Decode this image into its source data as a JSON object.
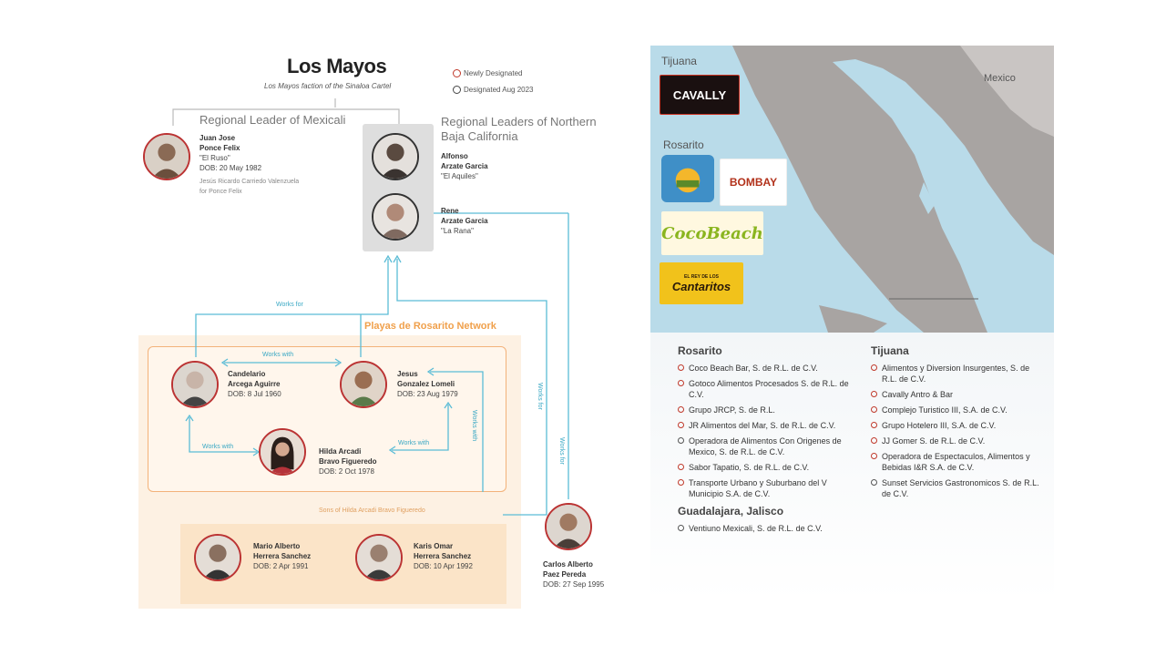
{
  "title": "Los Mayos",
  "subtitle": "Los Mayos faction of the Sinaloa Cartel",
  "legend": {
    "newly": "Newly Designated",
    "aug": "Designated Aug 2023"
  },
  "headings": {
    "mexicali": "Regional Leader of Mexicali",
    "baja_line1": "Regional Leaders of Northern",
    "baja_line2": "Baja California"
  },
  "people": {
    "juan": {
      "first": "Juan Jose",
      "last": "Ponce Felix",
      "alias": "\"El Ruso\"",
      "dob": "DOB: 20 May 1982",
      "note1": "Jesús Ricardo Carriedo Valenzuela",
      "note2": "for Ponce Felix"
    },
    "alfonso": {
      "first": "Alfonso",
      "last": "Arzate Garcia",
      "alias": "\"El Aquiles\""
    },
    "rene": {
      "first": "Rene",
      "last": "Arzate Garcia",
      "alias": "\"La Rana\""
    },
    "candelario": {
      "first": "Candelario",
      "last": "Arcega Aguirre",
      "dob": "DOB: 8 Jul 1960"
    },
    "jesus": {
      "first": "Jesus",
      "last": "Gonzalez Lomeli",
      "dob": "DOB: 23 Aug 1979"
    },
    "hilda": {
      "first": "Hilda Arcadi",
      "last": "Bravo Figueredo",
      "dob": "DOB: 2 Oct 1978"
    },
    "mario": {
      "first": "Mario Alberto",
      "last": "Herrera Sanchez",
      "dob": "DOB: 2 Apr 1991"
    },
    "karis": {
      "first": "Karis Omar",
      "last": "Herrera Sanchez",
      "dob": "DOB: 10 Apr 1992"
    },
    "carlos": {
      "first": "Carlos Alberto",
      "last": "Paez Pereda",
      "dob": "DOB: 27 Sep 1995"
    }
  },
  "network_title": "Playas de Rosarito Network",
  "arrow_labels": {
    "works_for": "Works for",
    "works_with1": "Works with",
    "works_with2": "Works with",
    "works_with3": "Works with",
    "works_with_v": "Works with",
    "v_right1": "Works for",
    "v_right2": "Works for",
    "lower": "Sons of Hilda Arcadi Bravo Figueredo"
  },
  "map": {
    "tijuana": "Tijuana",
    "rosarito": "Rosarito",
    "mexico": "Mexico",
    "logos": {
      "cavally": "CAVALLY",
      "bombay": "BOMBAY",
      "coco": "CocoBeach",
      "cantaritos": "Cantaritos",
      "cantaritos_small": "EL REY DE LOS"
    },
    "colors": {
      "water": "#b9dbe9",
      "land": "#a8a4a2",
      "land_light": "#c9c5c3"
    }
  },
  "rosarito_col": {
    "title": "Rosarito",
    "items": [
      "Coco Beach Bar, S. de R.L. de C.V.",
      "Gotoco Alimentos Procesados S. de R.L. de C.V.",
      "Grupo JRCP, S. de R.L.",
      "JR Alimentos del Mar, S. de R.L. de C.V.",
      "Operadora de Alimentos Con Origenes de Mexico, S. de R.L. de C.V.",
      "Sabor Tapatio, S. de R.L. de C.V.",
      "Transporte Urbano y Suburbano del V Municipio S.A. de C.V."
    ]
  },
  "guadalajara_col": {
    "title": "Guadalajara, Jalisco",
    "items": [
      "Ventiuno Mexicali, S. de R.L. de C.V."
    ]
  },
  "tijuana_col": {
    "title": "Tijuana",
    "items": [
      "Alimentos y Diversion Insurgentes, S. de R.L. de C.V.",
      "Cavally Antro & Bar",
      "Complejo Turistico III, S.A. de C.V.",
      "Grupo Hotelero III, S.A. de C.V.",
      "JJ Gomer S. de R.L. de C.V.",
      "Operadora de Espectaculos, Alimentos y Bebidas I&R S.A. de C.V.",
      "Sunset Servicios Gastronomicos S. de R.L. de C.V."
    ]
  }
}
